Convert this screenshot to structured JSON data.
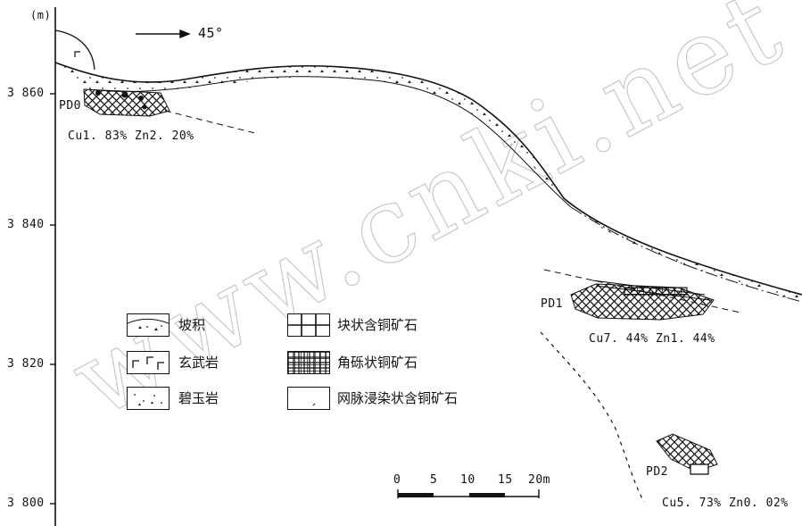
{
  "axis": {
    "unit": "(m)",
    "ticks": [
      "3 860",
      "3 840",
      "3 820",
      "3 800"
    ]
  },
  "direction": {
    "label": "45°"
  },
  "shafts": [
    {
      "name": "PD0",
      "assay": "Cu1. 83%   Zn2. 20%"
    },
    {
      "name": "PD1",
      "assay": "Cu7. 44%   Zn1. 44%"
    },
    {
      "name": "PD2",
      "assay": "Cu5. 73%   Zn0. 02%"
    }
  ],
  "legend": [
    {
      "label": "坡积",
      "icon": "slope-deposit-pattern"
    },
    {
      "label": "玄武岩",
      "icon": "basalt-pattern"
    },
    {
      "label": "碧玉岩",
      "icon": "jasperite-pattern"
    },
    {
      "label": "块状含铜矿石",
      "icon": "massive-cu-ore-pattern"
    },
    {
      "label": "角砾状铜矿石",
      "icon": "breccia-cu-ore-pattern"
    },
    {
      "label": "网脉浸染状含铜矿石",
      "icon": "stockwork-disseminated-cu-ore-pattern"
    }
  ],
  "scale_bar": {
    "ticks": [
      "0",
      "5",
      "10",
      "15",
      "20m"
    ]
  },
  "watermark": "www.cnki.net"
}
